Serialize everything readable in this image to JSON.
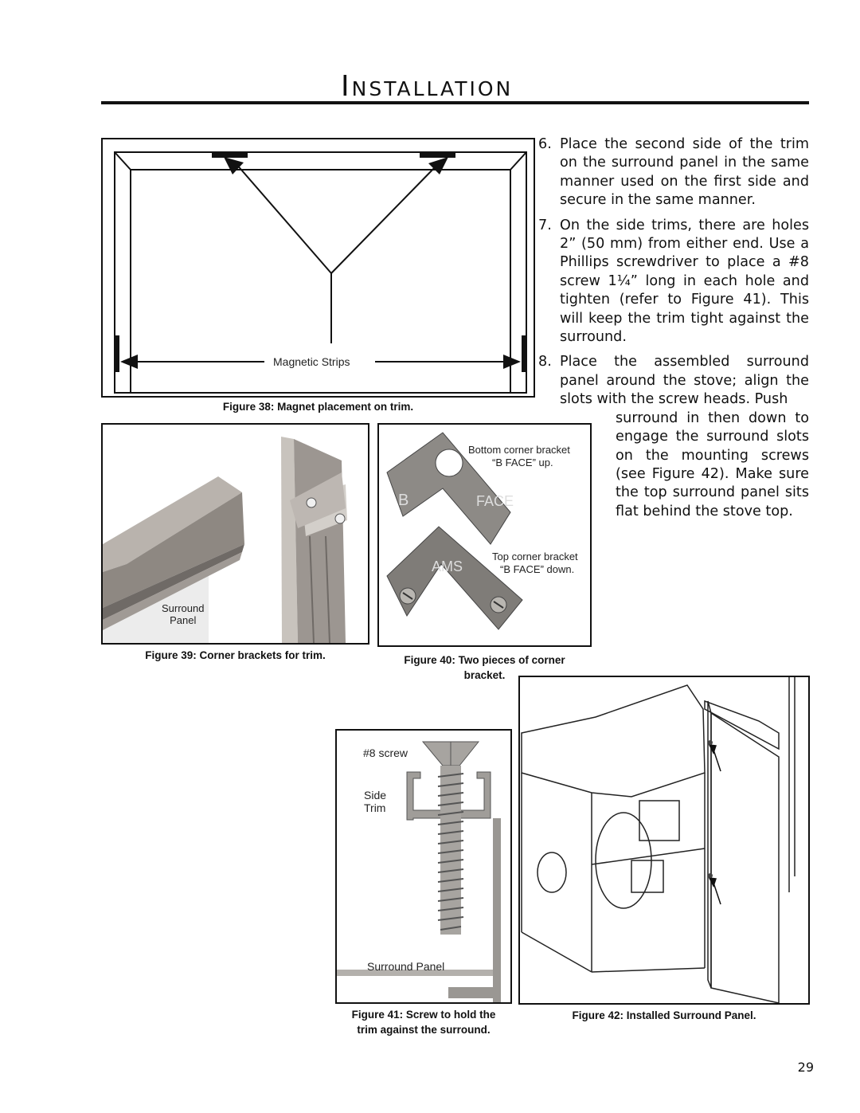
{
  "header": {
    "title": "Installation"
  },
  "steps": [
    {
      "num": "6.",
      "text": "Place the second side of the trim on the surround panel in the same manner used on the first side and secure in the same manner."
    },
    {
      "num": "7.",
      "text": "On the side trims, there are holes 2” (50 mm) from either end. Use a Phillips screwdriver to place a #8 screw 1¼” long in each hole and tighten (refer to Figure 41). This will keep the trim tight against the surround."
    },
    {
      "num": "8.",
      "text_a": "Place the assembled surround panel around the stove; align the slots with the screw heads. Push",
      "text_b": "surround in then down to engage the surround slots on the mounting screws (see Figure 42). Make sure the top surround panel sits flat behind the stove top."
    }
  ],
  "figures": {
    "fig38": {
      "caption": "Figure 38: Magnet placement on trim.",
      "label": "Magnetic Strips"
    },
    "fig39": {
      "caption": "Figure 39: Corner brackets for trim.",
      "label_line1": "Surround",
      "label_line2": "Panel"
    },
    "fig40": {
      "caption_line1": "Figure 40: Two pieces of corner",
      "caption_line2": "bracket.",
      "bottom_label_1": "Bottom corner bracket",
      "bottom_label_2": "“B FACE” up.",
      "top_label_1": "Top corner bracket",
      "top_label_2": "“B FACE” down.",
      "stamp_b": "B",
      "stamp_face": "FACE",
      "stamp_ams": "AMS"
    },
    "fig41": {
      "caption_line1": "Figure 41: Screw to hold the",
      "caption_line2": "trim against the surround.",
      "label_screw": "#8 screw",
      "label_side_1": "Side",
      "label_side_2": "Trim",
      "label_panel": "Surround Panel"
    },
    "fig42": {
      "caption": "Figure 42: Installed Surround Panel."
    }
  },
  "page_number": "29"
}
